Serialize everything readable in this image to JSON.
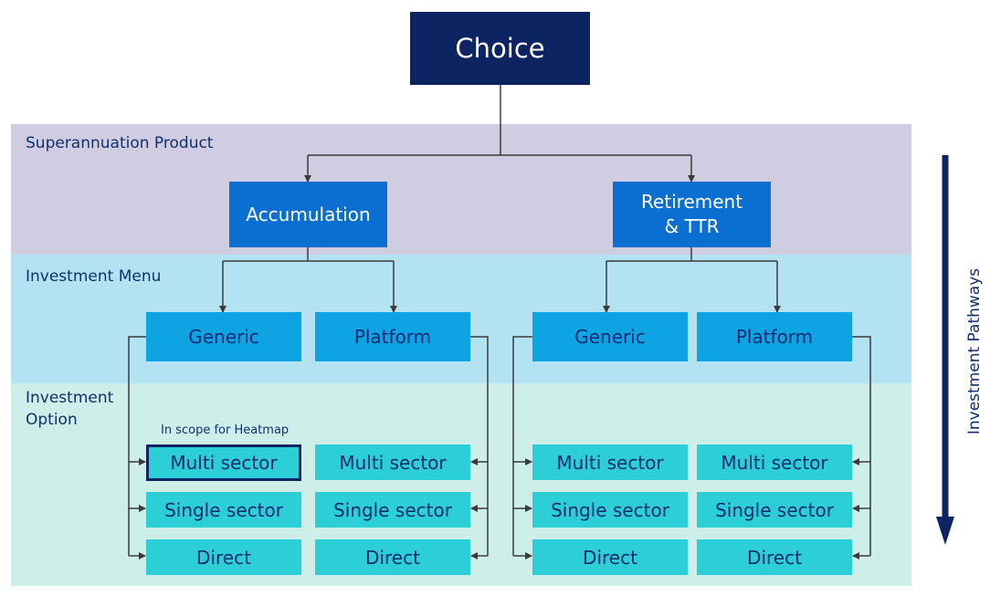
{
  "root": {
    "label": "Choice"
  },
  "bands": {
    "product": {
      "label": "Superannuation Product",
      "color": "#d0cde2"
    },
    "menu": {
      "label": "Investment Menu",
      "color": "#b3e2f3"
    },
    "option": {
      "label": "Investment\nOption",
      "color": "#cdeee9"
    }
  },
  "products": [
    {
      "label": "Accumulation"
    },
    {
      "label": "Retirement\n& TTR"
    }
  ],
  "menus": [
    {
      "label": "Generic"
    },
    {
      "label": "Platform"
    },
    {
      "label": "Generic"
    },
    {
      "label": "Platform"
    }
  ],
  "options": {
    "multi": "Multi sector",
    "single": "Single sector",
    "direct": "Direct"
  },
  "heatmap_note": "In scope for Heatmap",
  "pathways_label": "Investment Pathways",
  "colors": {
    "navy": "#0c2461",
    "connector": "#3a3a3a"
  }
}
